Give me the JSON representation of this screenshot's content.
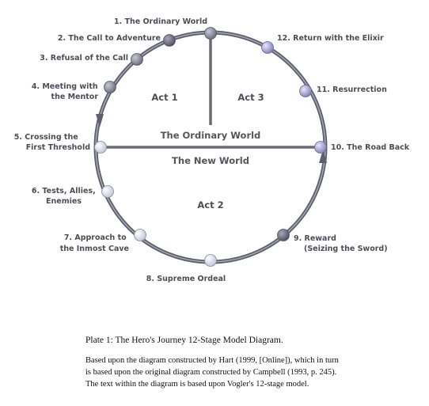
{
  "diagram": {
    "stages": [
      {
        "id": 1,
        "lines": [
          "1. The Ordinary World"
        ]
      },
      {
        "id": 2,
        "lines": [
          "2. The Call to Adventure"
        ]
      },
      {
        "id": 3,
        "lines": [
          "3. Refusal of the Call"
        ]
      },
      {
        "id": 4,
        "lines": [
          "4. Meeting with",
          "the Mentor"
        ]
      },
      {
        "id": 5,
        "lines": [
          "5. Crossing the",
          "First Threshold"
        ]
      },
      {
        "id": 6,
        "lines": [
          "6. Tests, Allies,",
          "Enemies"
        ]
      },
      {
        "id": 7,
        "lines": [
          "7. Approach to",
          "the Inmost Cave"
        ]
      },
      {
        "id": 8,
        "lines": [
          "8. Supreme Ordeal"
        ]
      },
      {
        "id": 9,
        "lines": [
          "9. Reward",
          "(Seizing the Sword)"
        ]
      },
      {
        "id": 10,
        "lines": [
          "10. The Road Back"
        ]
      },
      {
        "id": 11,
        "lines": [
          "11. Resurrection"
        ]
      },
      {
        "id": 12,
        "lines": [
          "12. Return with the Elixir"
        ]
      }
    ],
    "acts": {
      "act1": "Act 1",
      "act2": "Act 2",
      "act3": "Act 3"
    },
    "regions": {
      "upper": "The Ordinary World",
      "lower": "The New World"
    },
    "colors": {
      "ring": "#6e6e7a",
      "divider": "#6b6b78",
      "text": "#4d4d57",
      "node_ordinary": "#8e8e9e",
      "node_new": "#e4e4f0",
      "node_return": "#a9a9d0"
    }
  },
  "caption": {
    "title": "Plate 1: The Hero's Journey 12-Stage Model Diagram.",
    "body_lines": [
      "Based upon the diagram constructed by Hart (1999, [Online]), which in turn",
      "is based upon the original diagram constructed by Campbell (1993, p. 245).",
      "The text within the diagram is based upon Vogler's 12-stage model."
    ]
  }
}
